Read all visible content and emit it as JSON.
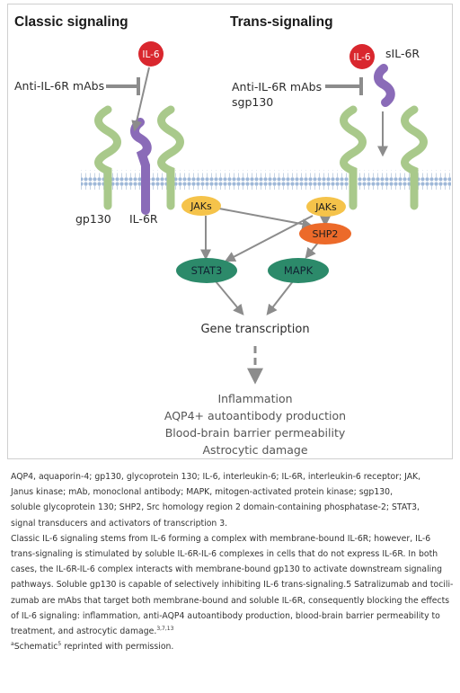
{
  "diagram": {
    "classic_title": "Classic signaling",
    "trans_title": "Trans-signaling",
    "il6": "IL-6",
    "sil6r": "sIL-6R",
    "anti_il6r_classic": "Anti-IL-6R mAbs",
    "anti_il6r_trans": "Anti-IL-6R mAbs",
    "sgp130": "sgp130",
    "gp130": "gp130",
    "il6r": "IL-6R",
    "jaks": "JAKs",
    "shp2": "SHP2",
    "stat3": "STAT3",
    "mapk": "MAPK",
    "gene_transcription": "Gene transcription",
    "outcomes": [
      "Inflammation",
      "AQP4+ autoantibody production",
      "Blood-brain barrier permeability",
      "Astrocytic damage"
    ],
    "colors": {
      "gp130": "#a9c98b",
      "il6r": "#8a6bb8",
      "il6": "#d9272e",
      "jaks": "#f5c34a",
      "shp2": "#ec6a2a",
      "stat3_mapk": "#2c8a6a",
      "membrane": "#9fb8d8",
      "arrow": "#8c8c8c"
    }
  },
  "caption": {
    "abbreviation_lines": [
      "AQP4, aquaporin-4; gp130, glycoprotein 130; IL-6, interleukin-6; IL-6R, interleukin-6 receptor; JAK,",
      "Janus kinase; mAb, monoclonal antibody; MAPK, mitogen-activated protein kinase; sgp130,",
      "soluble glycoprotein 130; SHP2, Src homology region 2 domain-containing phosphatase-2; STAT3,",
      "signal transducers and activators of transcription 3."
    ],
    "description_lines": [
      "Classic IL-6 signaling stems from IL-6 forming a complex with membrane-bound IL-6R; however, IL-6",
      "trans-signaling is stimulated by soluble IL-6R-IL-6 complexes in cells that do not express IL-6R. In both",
      "cases, the IL-6R-IL-6 complex interacts with membrane-bound gp130 to activate downstream signaling",
      "pathways. Soluble gp130 is capable of selectively inhibiting IL-6 trans-signaling.5 Satralizumab and tocili-",
      "zumab are mAbs that target both membrane-bound and soluble IL-6R, consequently blocking the effects",
      "of IL-6 signaling: inflammation, anti-AQP4 autoantibody production, blood-brain barrier permeability to"
    ],
    "last_line_text": "treatment, and astrocytic damage.",
    "last_line_refs": "3,7,13",
    "reprint_pre": "a",
    "reprint_schematic": "Schematic",
    "reprint_ref": "5",
    "reprint_text": " reprinted with permission."
  }
}
